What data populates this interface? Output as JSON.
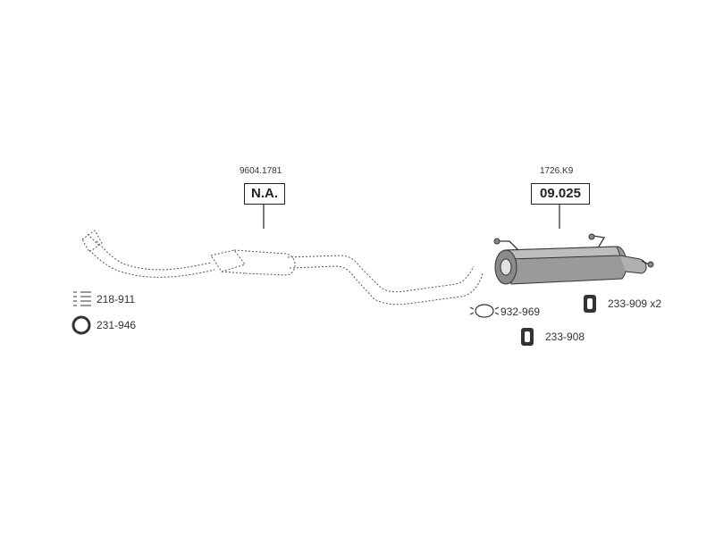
{
  "parts": {
    "front_section": {
      "code": "9604.1781",
      "ref": "N.A."
    },
    "rear_silencer": {
      "code": "1726.K9",
      "ref": "09.025"
    }
  },
  "accessories": {
    "clamp_kit": "218-911",
    "sealing_ring": "231-946",
    "pipe_clamp": "932-969",
    "rubber_mount_pair": "233-909 x2",
    "rubber_mount": "233-908"
  }
}
